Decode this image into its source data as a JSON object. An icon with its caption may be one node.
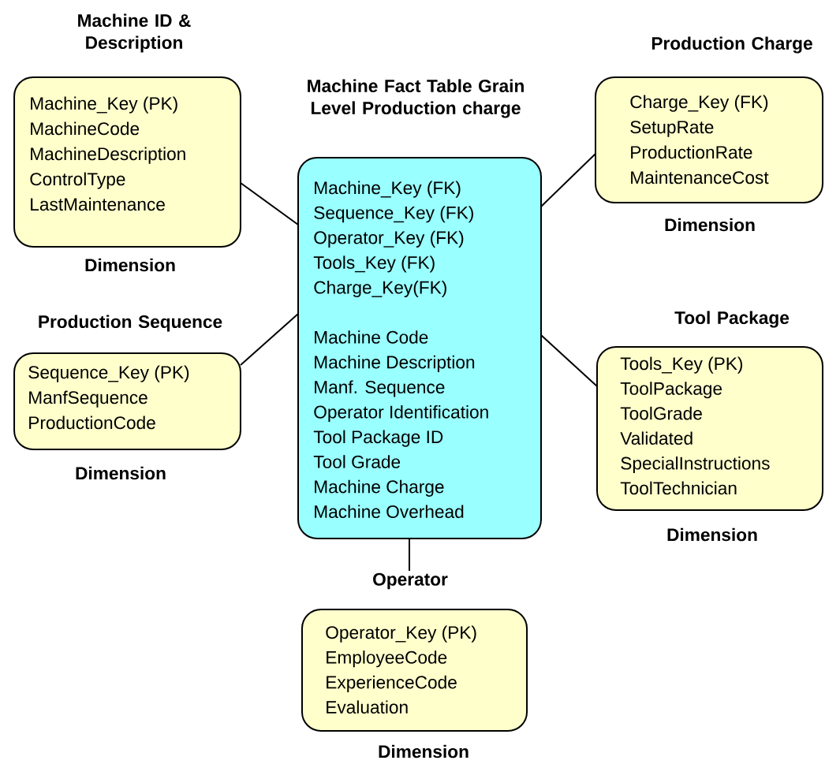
{
  "diagram": {
    "nodes": [
      {
        "text": [
          "Machine ID & Description",
          "Machine_Key (PK)",
          "MachineCode",
          "MachineDescription",
          "ControlType",
          "LastMaintenance"
        ],
        "beside": [
          "Dimension"
        ]
      },
      {
        "text": [
          "Machine Fact Table Grain Level Production charge",
          "Machine_Key (FK)",
          "Sequence_Key (FK)",
          "Operator_Key (FK)",
          "Tools_Key (FK)",
          "Charge_Key(FK)",
          "Machine Code",
          "Machine Description",
          "Manf. Sequence",
          "Operator Identification",
          "Tool Package ID",
          "Tool Grade",
          "Machine Charge",
          "Machine Overhead"
        ]
      },
      {
        "text": [
          "Production Charge",
          "Charge_Key (FK)",
          "SetupRate",
          "ProductionRate",
          "MaintenanceCost"
        ],
        "beside": [
          "Dimension"
        ]
      },
      {
        "text": [
          "Production Sequence",
          "Sequence_Key (PK)",
          "ManfSequence",
          "ProductionCode"
        ],
        "beside": [
          "Dimension"
        ]
      },
      {
        "text": [
          "Tool Package",
          "Tools_Key (PK)",
          "ToolPackage",
          "ToolGrade",
          "Validated",
          "SpecialInstructions",
          "ToolTechnician"
        ],
        "beside": [
          "Dimension"
        ]
      },
      {
        "text": [
          "Operator",
          "Operator_Key (PK)",
          "EmployeeCode",
          "ExperienceCode",
          "Evaluation"
        ],
        "beside": [
          "Dimension"
        ]
      }
    ],
    "edges": [
      {
        "from": 1,
        "to": 0,
        "arrow": "none"
      },
      {
        "from": 1,
        "to": 2,
        "arrow": "none"
      },
      {
        "from": 1,
        "to": 3,
        "arrow": "none"
      },
      {
        "from": 1,
        "to": 4,
        "arrow": "none"
      },
      {
        "from": 1,
        "to": 5,
        "arrow": "none"
      }
    ]
  }
}
